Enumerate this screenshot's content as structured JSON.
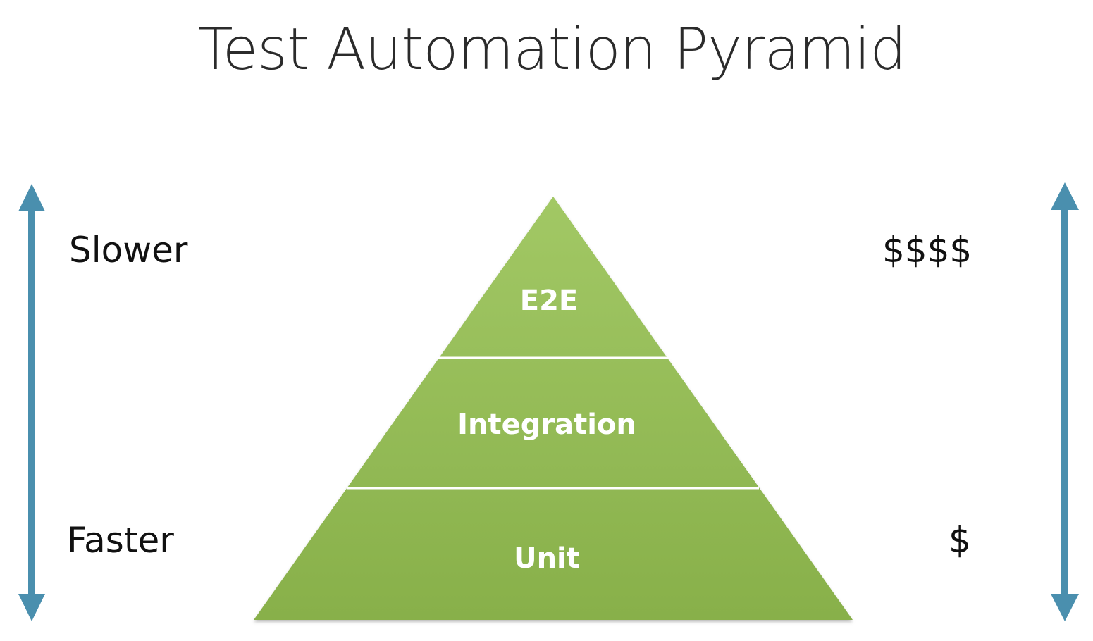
{
  "title": "Test Automation Pyramid",
  "left_axis": {
    "top_label": "Slower",
    "bottom_label": "Faster",
    "arrow_color": "#4a8fae"
  },
  "right_axis": {
    "top_label": "$$$$",
    "bottom_label": "$",
    "arrow_color": "#4a8fae"
  },
  "pyramid": {
    "fill_color_top": "#a2c865",
    "fill_color_bottom": "#88b04a",
    "divider_color": "#ffffff",
    "tiers": [
      {
        "label": "E2E"
      },
      {
        "label": "Integration"
      },
      {
        "label": "Unit"
      }
    ]
  }
}
